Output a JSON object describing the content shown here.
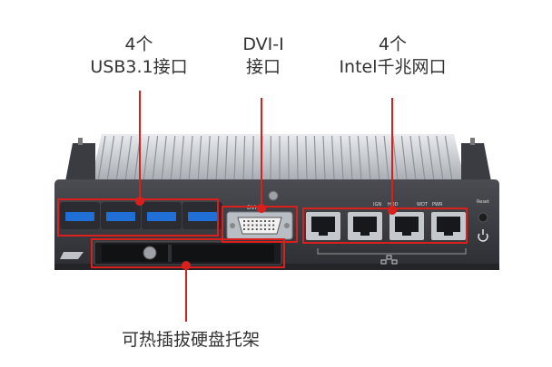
{
  "annotations": {
    "usb": {
      "line1": "4个",
      "line2": "USB3.1接口"
    },
    "dvi": {
      "line1": "DVI-I",
      "line2": "接口"
    },
    "lan": {
      "line1": "4个",
      "line2": "Intel千兆网口"
    },
    "tray": {
      "text": "可热插拔硬盘托架"
    }
  },
  "panel_text": {
    "dvi_port": "DVI-I",
    "ign": "IGN",
    "hdd": "HDD",
    "wdt": "WDT",
    "pwr": "PWR",
    "reset": "Reset"
  },
  "colors": {
    "highlight": "#d9201c",
    "chassis": "#3b3d42",
    "heatsink": "#c9ccd1",
    "usb_blue": "#1f6fd6"
  },
  "icons": [
    "network-icon",
    "power-icon",
    "screw-icon"
  ]
}
